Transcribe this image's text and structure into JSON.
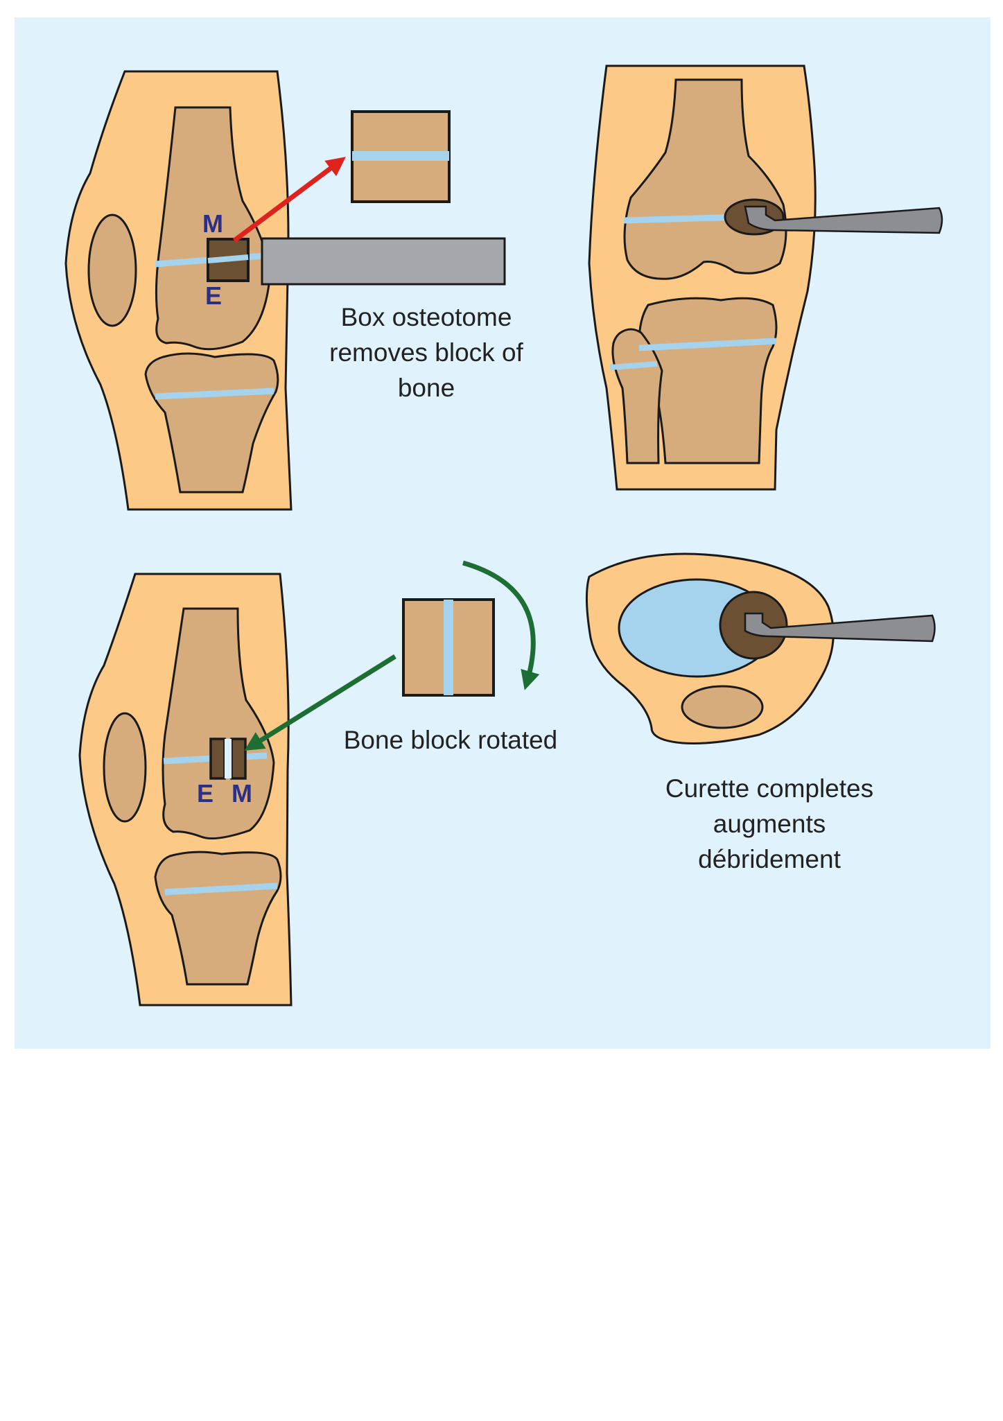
{
  "captions": {
    "box_osteotome": "Box osteotome\nremoves block of\nbone",
    "bone_block_rotated": "Bone block rotated",
    "curette": "Curette completes\naugments\ndébridement"
  },
  "markers": {
    "top_m": "M",
    "top_e": "E",
    "bottom_e": "E",
    "bottom_m": "M"
  },
  "colors": {
    "background_panel": "#e0f2fc",
    "soft_tissue": "#fcc986",
    "bone": "#d6ac7c",
    "physis_line": "#a5d2ec",
    "bone_block_dark": "#6b5033",
    "instrument_gray": "#8d8e92",
    "osteotome_gray": "#a6a7ab",
    "removal_arrow": "#e0221e",
    "rotation_arrow": "#1c6e33",
    "marker_text": "#2b2f86"
  }
}
